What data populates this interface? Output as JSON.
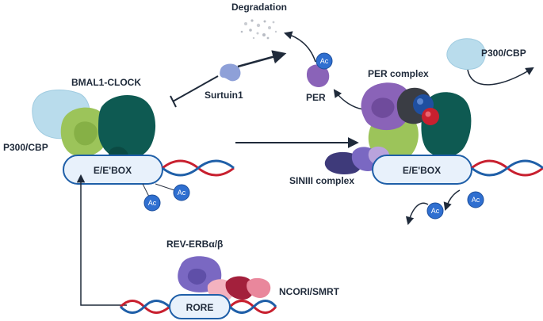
{
  "labels": {
    "degradation": "Degradation",
    "bmal1_clock": "BMAL1-CLOCK",
    "surtuin1": "Surtuin1",
    "per": "PER",
    "per_complex": "PER complex",
    "p300_cbp_left": "P300/CBP",
    "p300_cbp_right": "P300/CBP",
    "ebox_left": "E/E'BOX",
    "ebox_right": "E/E'BOX",
    "siniii_complex": "SINIII complex",
    "rev_erb": "REV-ERBα/β",
    "ncori_smrt": "NCORI/SMRT",
    "rore": "RORE",
    "ac": "Ac"
  },
  "colors": {
    "dna_red": "#c8202f",
    "dna_blue": "#1f5fa8",
    "ac_blue": "#2f6fd0",
    "clock_teal": "#0e5a52",
    "bmal_green": "#9cc45a",
    "p300_lightblue": "#b9dcec",
    "per_purple": "#8a63b8",
    "ncor_pink": "#e9879c",
    "box_blue": "#e8f1fb"
  }
}
